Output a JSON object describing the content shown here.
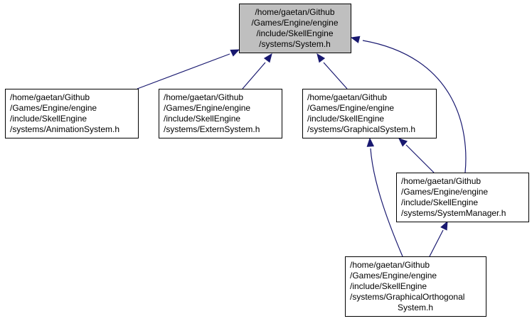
{
  "diagram": {
    "nodes": [
      {
        "id": "system_h",
        "lines": [
          "/home/gaetan/Github",
          "/Games/Engine/engine",
          "/include/SkellEngine",
          "/systems/System.h"
        ],
        "align": "center",
        "highlighted": true
      },
      {
        "id": "animation_system_h",
        "lines": [
          "/home/gaetan/Github",
          "/Games/Engine/engine",
          "/include/SkellEngine",
          "/systems/AnimationSystem.h"
        ],
        "align": "left",
        "highlighted": false
      },
      {
        "id": "extern_system_h",
        "lines": [
          "/home/gaetan/Github",
          "/Games/Engine/engine",
          "/include/SkellEngine",
          "/systems/ExternSystem.h"
        ],
        "align": "left",
        "highlighted": false
      },
      {
        "id": "graphical_system_h",
        "lines": [
          "/home/gaetan/Github",
          "/Games/Engine/engine",
          "/include/SkellEngine",
          "/systems/GraphicalSystem.h"
        ],
        "align": "left",
        "highlighted": false
      },
      {
        "id": "system_manager_h",
        "lines": [
          "/home/gaetan/Github",
          "/Games/Engine/engine",
          "/include/SkellEngine",
          "/systems/SystemManager.h"
        ],
        "align": "left",
        "highlighted": false
      },
      {
        "id": "graphical_orthogonal_system_h",
        "lines": [
          "/home/gaetan/Github",
          "/Games/Engine/engine",
          "/include/SkellEngine",
          "/systems/GraphicalOrthogonal",
          "System.h"
        ],
        "align": "mixed",
        "highlighted": false
      }
    ],
    "edges": [
      {
        "from": "animation_system_h",
        "to": "system_h"
      },
      {
        "from": "extern_system_h",
        "to": "system_h"
      },
      {
        "from": "graphical_system_h",
        "to": "system_h"
      },
      {
        "from": "system_manager_h",
        "to": "system_h"
      },
      {
        "from": "system_manager_h",
        "to": "graphical_system_h"
      },
      {
        "from": "graphical_orthogonal_system_h",
        "to": "graphical_system_h"
      },
      {
        "from": "graphical_orthogonal_system_h",
        "to": "system_manager_h"
      }
    ],
    "colors": {
      "edge": "#191970",
      "highlighted_fill": "#bfbfbf",
      "box_stroke": "#000000",
      "text": "#000000"
    }
  }
}
